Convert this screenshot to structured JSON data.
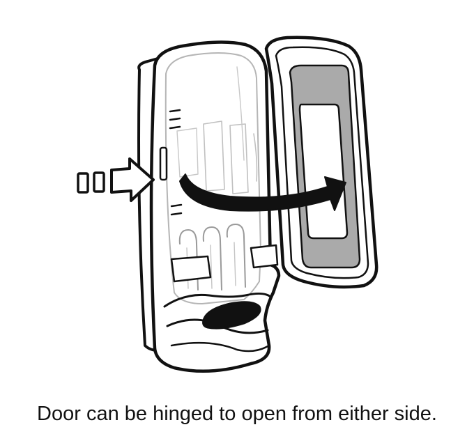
{
  "caption": "Door can be hinged to open from either side.",
  "icons": {
    "appliance": "refrigerator-line-art",
    "open_door": "refrigerator-door",
    "push_arrow": "push-arrow",
    "swing_arrow": "curved-arrow"
  },
  "colors": {
    "line": "#111111",
    "panel_fill": "#aaaaaa",
    "background": "#ffffff"
  }
}
